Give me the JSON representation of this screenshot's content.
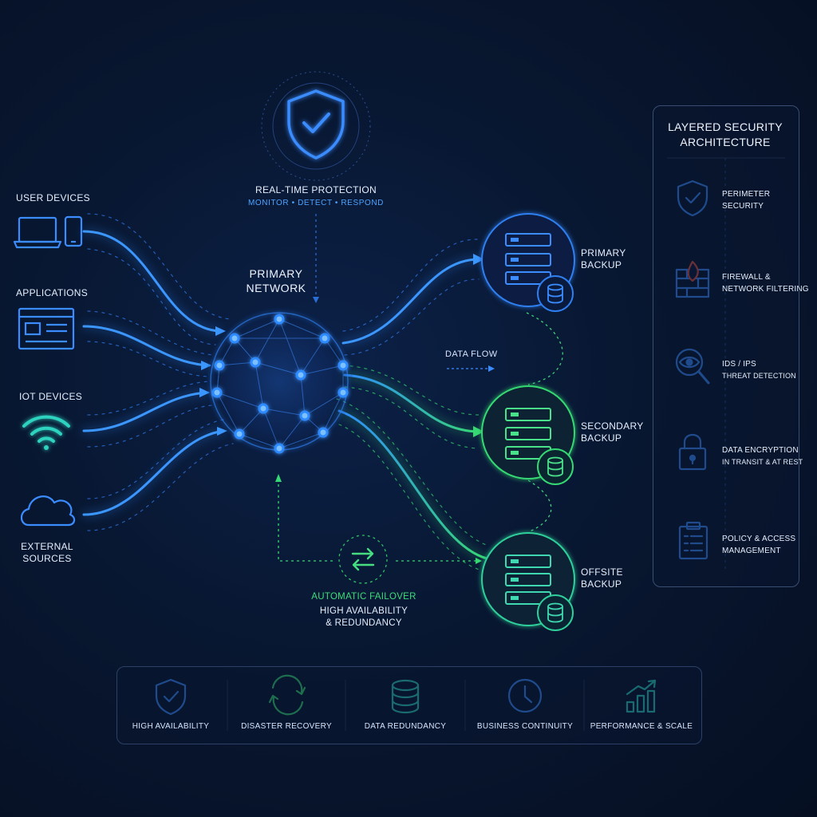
{
  "sources": {
    "user_devices": "USER DEVICES",
    "applications": "APPLICATIONS",
    "iot_devices": "IOT DEVICES",
    "external_sources": [
      "EXTERNAL",
      "SOURCES"
    ]
  },
  "protection": {
    "title": "REAL-TIME PROTECTION",
    "subtitle": "MONITOR • DETECT • RESPOND"
  },
  "network": {
    "title": [
      "PRIMARY",
      "NETWORK"
    ]
  },
  "data_flow": "DATA FLOW",
  "backups": {
    "primary": [
      "PRIMARY",
      "BACKUP"
    ],
    "secondary": [
      "SECONDARY",
      "BACKUP"
    ],
    "offsite": [
      "OFFSITE",
      "BACKUP"
    ]
  },
  "failover": {
    "title": "AUTOMATIC FAILOVER",
    "line1": "HIGH AVAILABILITY",
    "line2": "& REDUNDANCY"
  },
  "security_panel": {
    "title": [
      "LAYERED SECURITY",
      "ARCHITECTURE"
    ],
    "items": [
      {
        "icon": "shield-check-icon",
        "line1": "PERIMETER",
        "line2": "SECURITY"
      },
      {
        "icon": "firewall-icon",
        "line1": "FIREWALL &",
        "line2": "NETWORK FILTERING"
      },
      {
        "icon": "eye-search-icon",
        "line1": "IDS / IPS",
        "line2": "THREAT DETECTION"
      },
      {
        "icon": "padlock-icon",
        "line1": "DATA ENCRYPTION",
        "line2": "IN TRANSIT & AT REST"
      },
      {
        "icon": "clipboard-list-icon",
        "line1": "POLICY & ACCESS",
        "line2": "MANAGEMENT"
      }
    ]
  },
  "features": [
    {
      "icon": "shield-check-icon",
      "label": "HIGH AVAILABILITY"
    },
    {
      "icon": "refresh-cycle-icon",
      "label": "DISASTER RECOVERY"
    },
    {
      "icon": "database-icon",
      "label": "DATA REDUNDANCY"
    },
    {
      "icon": "clock-icon",
      "label": "BUSINESS CONTINUITY"
    },
    {
      "icon": "growth-chart-icon",
      "label": "PERFORMANCE & SCALE"
    }
  ],
  "colors": {
    "background": "#071327",
    "blue_accent": "#2f8bff",
    "green_accent": "#36d873",
    "teal_accent": "#2ed3c0",
    "text": "#e6eefc"
  }
}
